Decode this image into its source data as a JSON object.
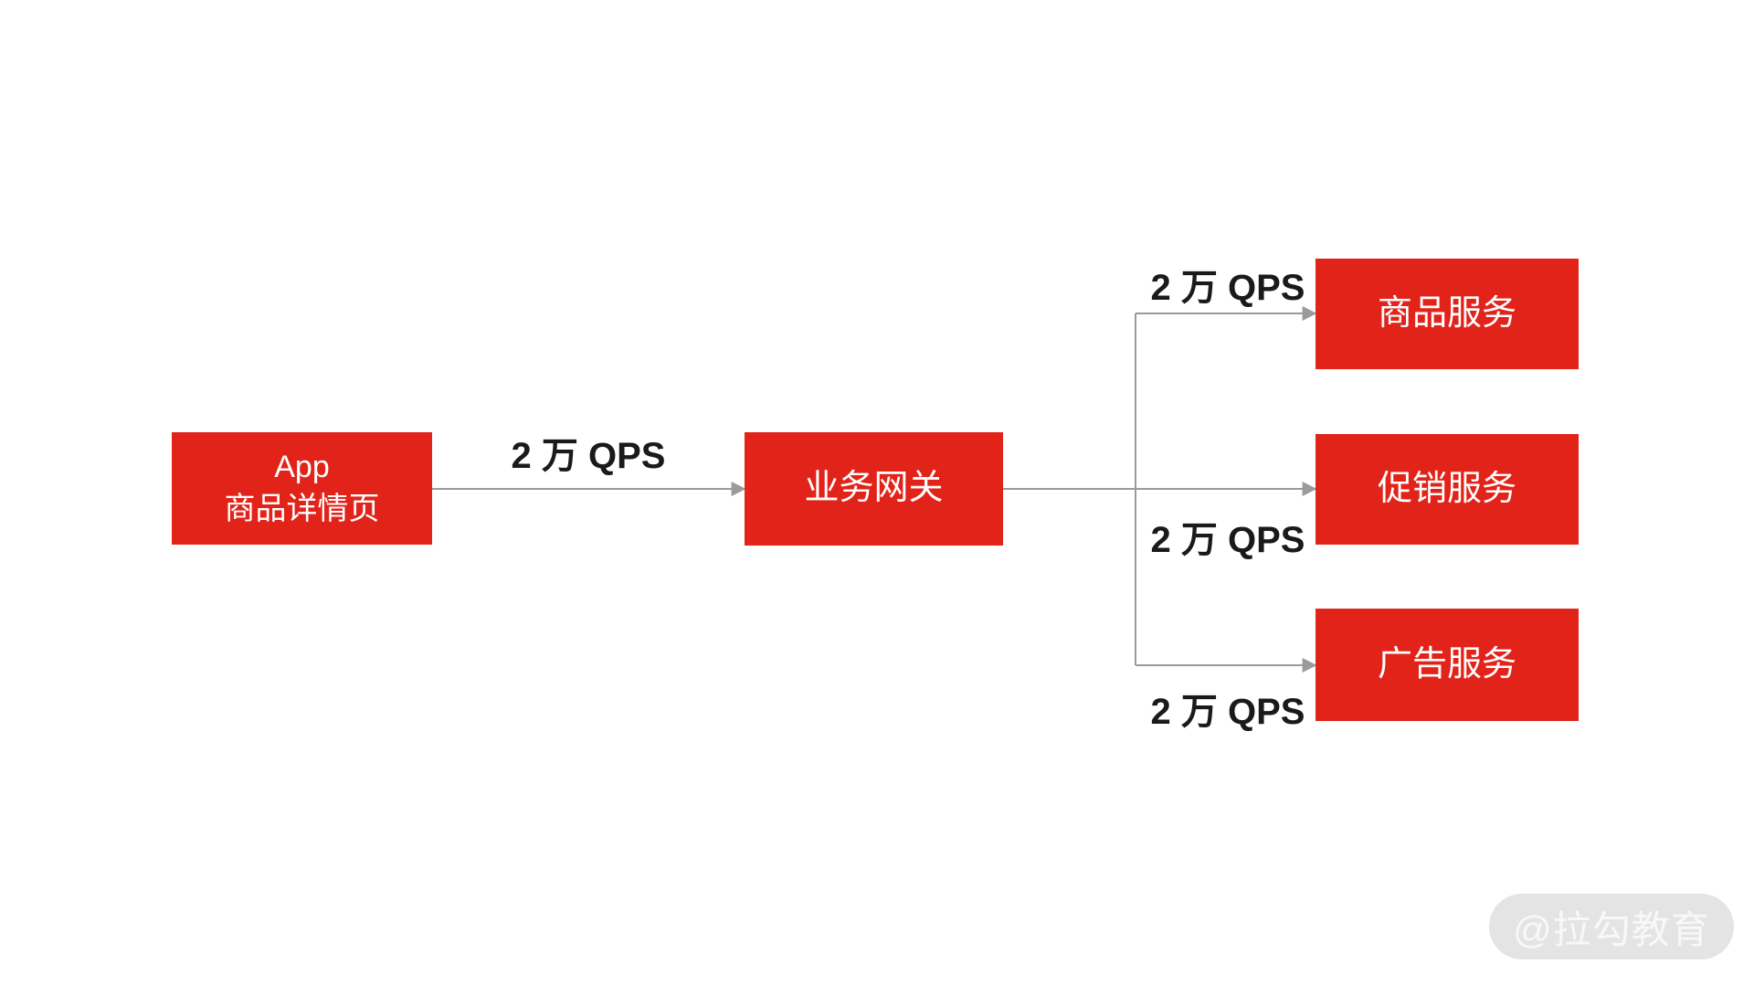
{
  "diagram": {
    "nodes": {
      "app": {
        "line1": "App",
        "line2": "商品详情页"
      },
      "gateway": {
        "label": "业务网关"
      },
      "product": {
        "label": "商品服务"
      },
      "promotion": {
        "label": "促销服务"
      },
      "ad": {
        "label": "广告服务"
      }
    },
    "edge_labels": {
      "app_to_gateway": "2 万 QPS",
      "gateway_to_product": "2 万 QPS",
      "gateway_to_promotion": "2 万 QPS",
      "gateway_to_ad": "2 万 QPS"
    },
    "colors": {
      "node_fill": "#e2231a",
      "node_text": "#ffffff",
      "connector": "#9a9a9a",
      "edge_label_text": "#1a1a1a",
      "watermark_pill": "#e4e4e4",
      "watermark_text": "#f8f8f8",
      "background": "#ffffff"
    }
  },
  "watermark": {
    "text": "@拉勾教育"
  }
}
